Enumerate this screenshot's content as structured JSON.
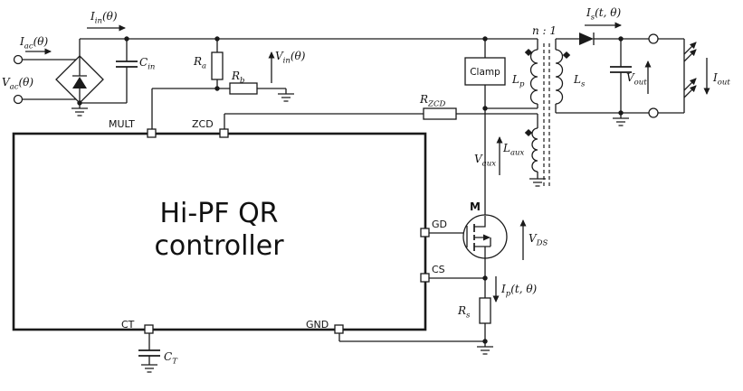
{
  "colors": {
    "ink": "#1a1a1a",
    "background": "#ffffff"
  },
  "controller": {
    "title_line1": "Hi-PF QR",
    "title_line2": "controller",
    "pins": {
      "mult": "MULT",
      "zcd": "ZCD",
      "gd": "GD",
      "cs": "CS",
      "gnd": "GND",
      "ct": "CT"
    }
  },
  "labels": {
    "i_in": {
      "pre": "I",
      "sub": "in",
      "post": "(θ)"
    },
    "i_ac": {
      "pre": "I",
      "sub": "ac",
      "post": "(θ)"
    },
    "v_ac": {
      "pre": "V",
      "sub": "ac",
      "post": "(θ)"
    },
    "c_in": {
      "pre": "C",
      "sub": "in",
      "post": ""
    },
    "r_a": {
      "pre": "R",
      "sub": "a",
      "post": ""
    },
    "r_b": {
      "pre": "R",
      "sub": "b",
      "post": ""
    },
    "v_in": {
      "pre": "V",
      "sub": "in",
      "post": "(θ)"
    },
    "clamp": "Clamp",
    "r_zcd": {
      "pre": "R",
      "sub": "ZCD",
      "post": ""
    },
    "l_p": {
      "pre": "L",
      "sub": "p",
      "post": ""
    },
    "n_ratio": "n : 1",
    "i_s": {
      "pre": "I",
      "sub": "s",
      "post": "(t, θ)"
    },
    "l_s": {
      "pre": "L",
      "sub": "s",
      "post": ""
    },
    "v_out": {
      "pre": "V",
      "sub": "out",
      "post": ""
    },
    "i_out": {
      "pre": "I",
      "sub": "out",
      "post": ""
    },
    "l_aux": {
      "pre": "L",
      "sub": "aux",
      "post": ""
    },
    "v_aux": {
      "pre": "V",
      "sub": "aux",
      "post": ""
    },
    "mosfet": "M",
    "v_ds": {
      "pre": "V",
      "sub": "DS",
      "post": ""
    },
    "i_p": {
      "pre": "I",
      "sub": "p",
      "post": "(t, θ)"
    },
    "r_s": {
      "pre": "R",
      "sub": "s",
      "post": ""
    },
    "c_t": {
      "pre": "C",
      "sub": "T",
      "post": ""
    }
  }
}
